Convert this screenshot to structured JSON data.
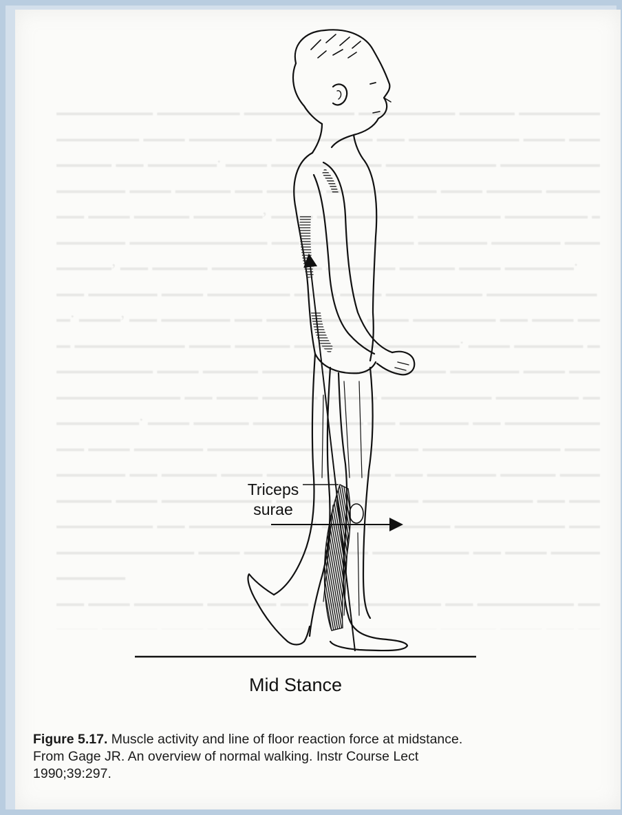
{
  "figure": {
    "labels": {
      "muscle_label_line1": "Triceps",
      "muscle_label_line2": "surae",
      "phase_label": "Mid Stance"
    }
  },
  "caption": {
    "figure_number": "Figure 5.17.",
    "line1": "Muscle activity and line of floor reaction force at midstance.",
    "line2": "From Gage JR. An overview of normal walking. Instr Course Lect",
    "line3": "1990;39:297."
  },
  "colors": {
    "frame_border": "#b9cde0",
    "page_background": "#fbfbf9",
    "ink": "#111111"
  }
}
